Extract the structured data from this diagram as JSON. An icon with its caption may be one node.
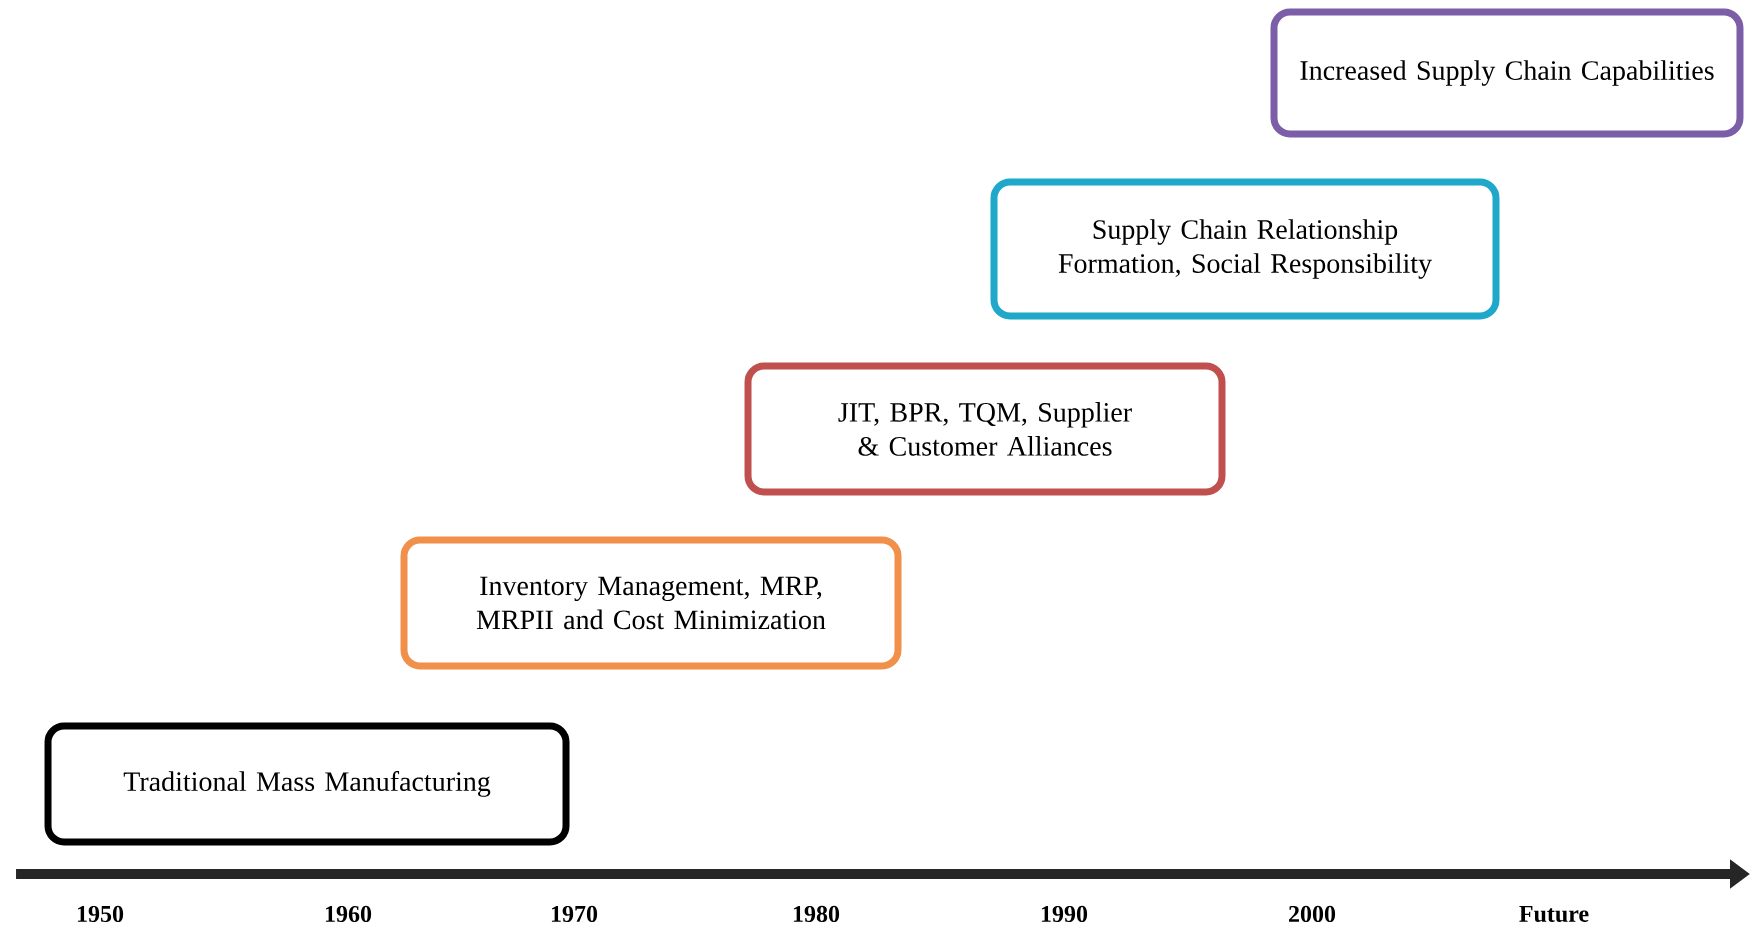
{
  "diagram": {
    "nodes": [
      {
        "text": [
          "Traditional Mass Manufacturing"
        ]
      },
      {
        "text": [
          "Inventory Management, MRP, MRPII and Cost Minimization"
        ]
      },
      {
        "text": [
          "JIT, BPR, TQM, Supplier & Customer Alliances"
        ]
      },
      {
        "text": [
          "Supply Chain Relationship Formation, Social Responsibility"
        ]
      },
      {
        "text": [
          "Increased Supply Chain Capabilities"
        ]
      }
    ],
    "labels": [
      "1950",
      "1960",
      "1970",
      "1980",
      "1990",
      "2000",
      "Future"
    ]
  }
}
